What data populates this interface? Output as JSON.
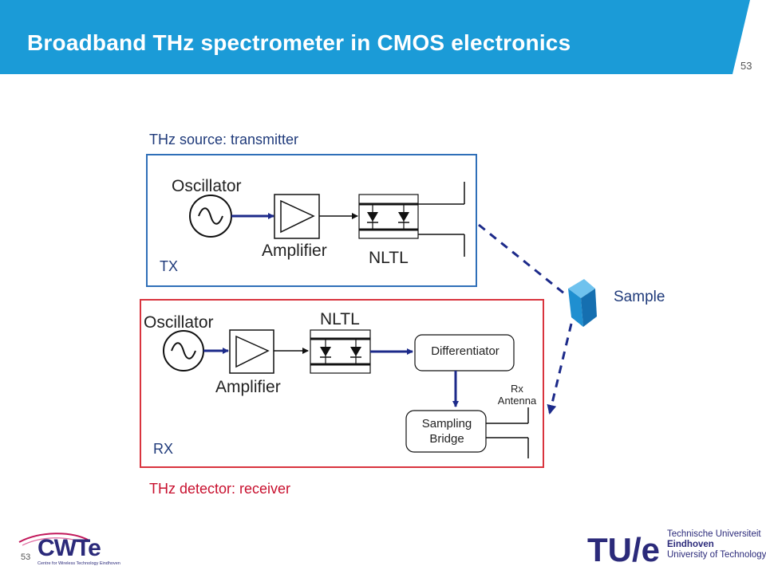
{
  "slide": {
    "title": "Broadband THz spectrometer in CMOS electronics",
    "page_number": "53",
    "page_number_bottom": "53",
    "accent_color": "#1b9bd7"
  },
  "transmitter": {
    "caption": "THz source: transmitter",
    "tag": "TX",
    "oscillator_label": "Oscillator",
    "amplifier_label": "Amplifier",
    "nltl_label": "NLTL",
    "border_color": "#2f6fb8"
  },
  "receiver": {
    "caption": "THz detector: receiver",
    "tag": "RX",
    "oscillator_label": "Oscillator",
    "amplifier_label": "Amplifier",
    "nltl_label": "NLTL",
    "differentiator_label": "Differentiator",
    "sampling_bridge_line1": "Sampling",
    "sampling_bridge_line2": "Bridge",
    "rx_antenna_line1": "Rx",
    "rx_antenna_line2": "Antenna",
    "border_color": "#d9343e"
  },
  "sample": {
    "label": "Sample",
    "color": "#1f8fd0"
  },
  "footer": {
    "cwte_name": "CWTe",
    "cwte_subtitle": "Centre for Wireless Technology Eindhoven",
    "tue_mark": "TU/e",
    "tue_line1": "Technische Universiteit",
    "tue_line2": "Eindhoven",
    "tue_line3": "University of Technology"
  }
}
